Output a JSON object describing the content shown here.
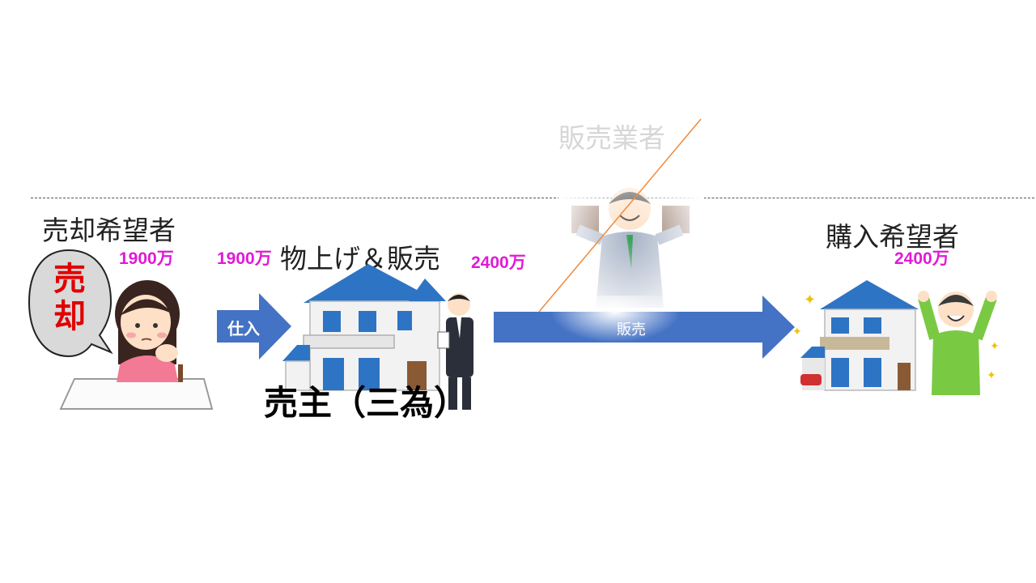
{
  "labels": {
    "seller_applicant": "売却希望者",
    "reseller_action": "物上げ＆販売",
    "buyer_applicant": "購入希望者",
    "sales_agent": "販売業者",
    "seller_main": "売主（三為）",
    "speech_bubble": [
      "売",
      "却"
    ]
  },
  "prices": {
    "seller_price": "1900万",
    "purchase_price": "1900万",
    "resale_price": "2400万",
    "buyer_price": "2400万"
  },
  "arrows": {
    "purchase": "仕入",
    "sale": "販売"
  },
  "colors": {
    "arrow_blue": "#4472c4",
    "price_magenta": "#e01ad6",
    "bubble_red": "#e00000",
    "strike_orange": "#f08a3c"
  }
}
